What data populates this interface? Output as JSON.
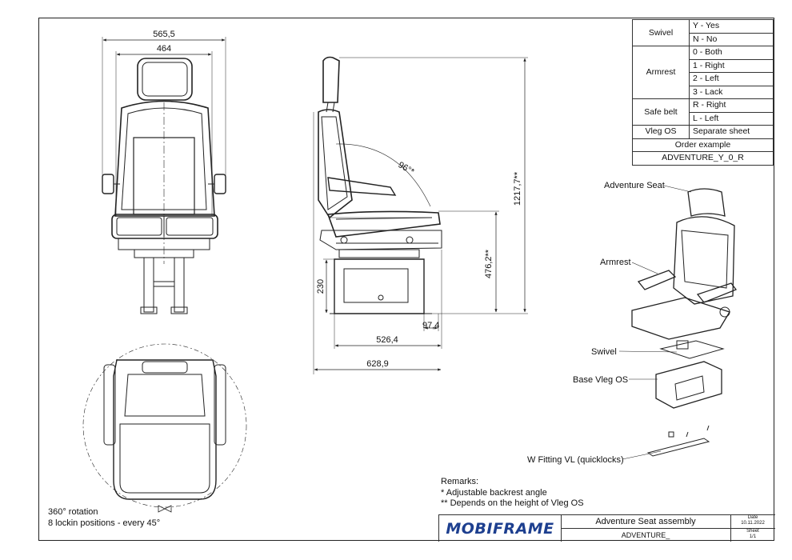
{
  "config_table": [
    {
      "key": "Swivel",
      "options": [
        "Y - Yes",
        "N - No"
      ]
    },
    {
      "key": "Armrest",
      "options": [
        "0 - Both",
        "1 - Right",
        "2 - Left",
        "3 - Lack"
      ]
    },
    {
      "key": "Safe belt",
      "options": [
        "R - Right",
        "L - Left"
      ]
    },
    {
      "key": "Vleg OS",
      "options": [
        "Separate sheet"
      ]
    }
  ],
  "order_example_label": "Order example",
  "order_example_value": "ADVENTURE_Y_0_R",
  "dimensions": {
    "overall_width": "565,5",
    "seat_width": "464",
    "backrest_angle": "96°*",
    "total_height": "1217,7**",
    "seat_height": "476,2**",
    "base_height": "230",
    "offset": "97,4",
    "base_depth": "526,4",
    "total_depth": "628,9"
  },
  "callouts": {
    "seat": "Adventure Seat",
    "armrest": "Armrest",
    "swivel": "Swivel",
    "base": "Base Vleg OS",
    "fitting": "W Fitting VL (quicklocks)"
  },
  "remarks": {
    "heading": "Remarks:",
    "line1": "* Adjustable backrest angle",
    "line2": "** Depends on the height of Vleg OS"
  },
  "rotation": {
    "line1": "360° rotation",
    "line2": "8 lockin positions - every 45°"
  },
  "title_block": {
    "logo": "MOBIFRAME",
    "title": "Adventure Seat assembly",
    "code": "ADVENTURE_",
    "date_label": "Date",
    "date_value": "10.11.2022",
    "sheet_label": "Sheet",
    "sheet_value": "1/1"
  }
}
